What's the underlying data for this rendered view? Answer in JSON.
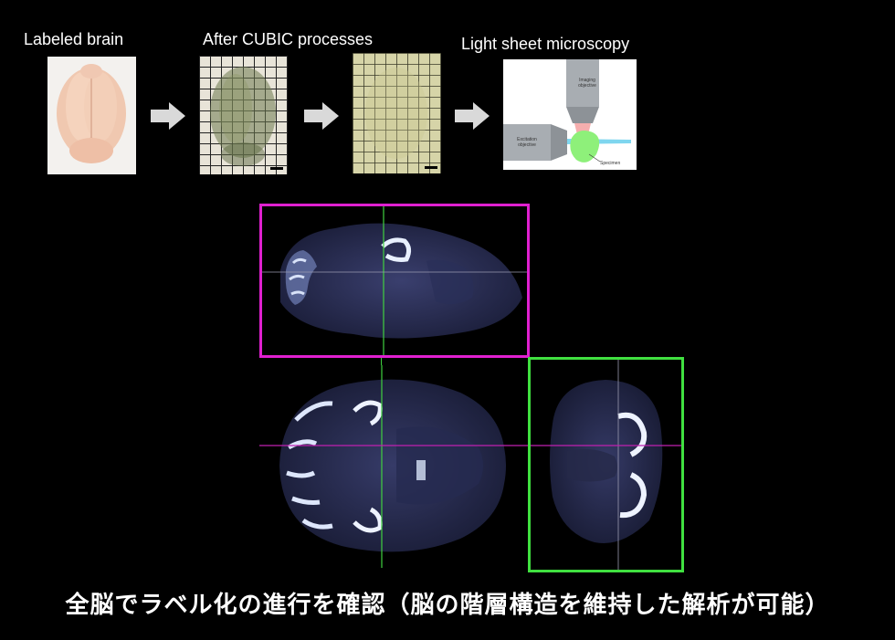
{
  "steps": {
    "labeled_brain": "Labeled brain",
    "after_cubic": "After CUBIC processes",
    "light_sheet": "Light sheet microscopy"
  },
  "microscope_diagram": {
    "imaging_objective": "Imaging objective",
    "excitation_objective": "Excitation objective",
    "specimen": "Specimen"
  },
  "caption": "全脳でラベル化の進行を確認（脳の階層構造を維持した解析が可能）",
  "colors": {
    "sagittal_frame": "#e020d0",
    "coronal_frame": "#40e040",
    "crosshair_green": "#40d040",
    "crosshair_magenta": "#c020b0",
    "arrow": "#d9d9d9"
  }
}
